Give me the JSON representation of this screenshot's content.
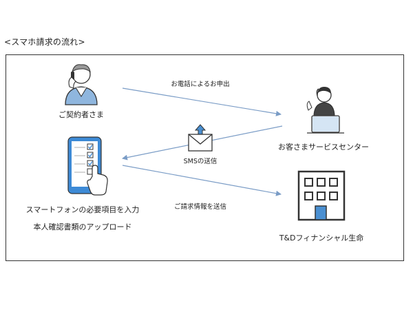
{
  "title": "<スマホ請求の流れ>",
  "nodes": {
    "contractor": "ご契約者さま",
    "service_center": "お客さまサービスセンター",
    "smartphone_line1": "スマートフォンの必要項目を入力",
    "smartphone_line2": "本人確認書類のアップロード",
    "company": "T&Dフィナンシャル生命"
  },
  "arrows": {
    "phone_request": "お電話によるお申出",
    "sms": "SMSの送信",
    "claim_info": "ご請求情報を送信"
  },
  "colors": {
    "arrow": "#7a9cc6",
    "person_shirt": "#8fb6de",
    "accent": "#4a8fd1",
    "outline": "#333333"
  }
}
